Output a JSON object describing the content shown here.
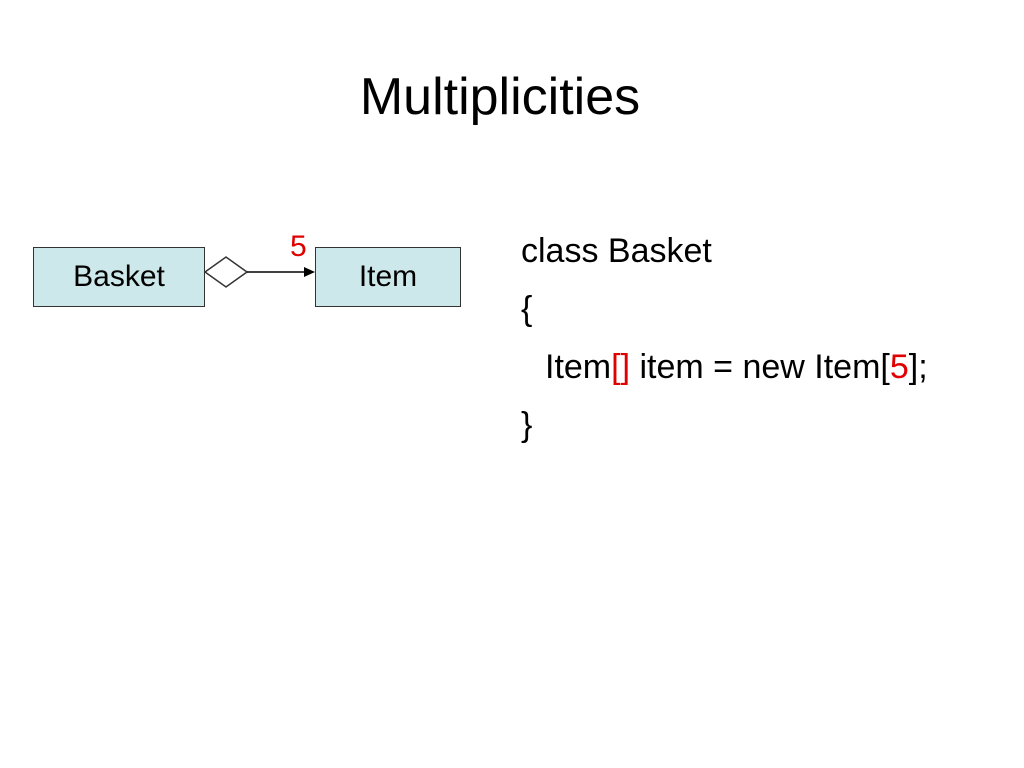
{
  "title": "Multiplicities",
  "accent_color": "#e00000",
  "diagram": {
    "source_class": "Basket",
    "target_class": "Item",
    "multiplicity": "5",
    "relationship": "aggregation",
    "box_fill": "#cde8ea"
  },
  "code": {
    "line1": "class Basket",
    "line2": "{",
    "line3": {
      "part1": "Item",
      "part2": "[]",
      "part3": " item = new Item[",
      "part4": "5",
      "part5": "];"
    },
    "line4": "}"
  }
}
